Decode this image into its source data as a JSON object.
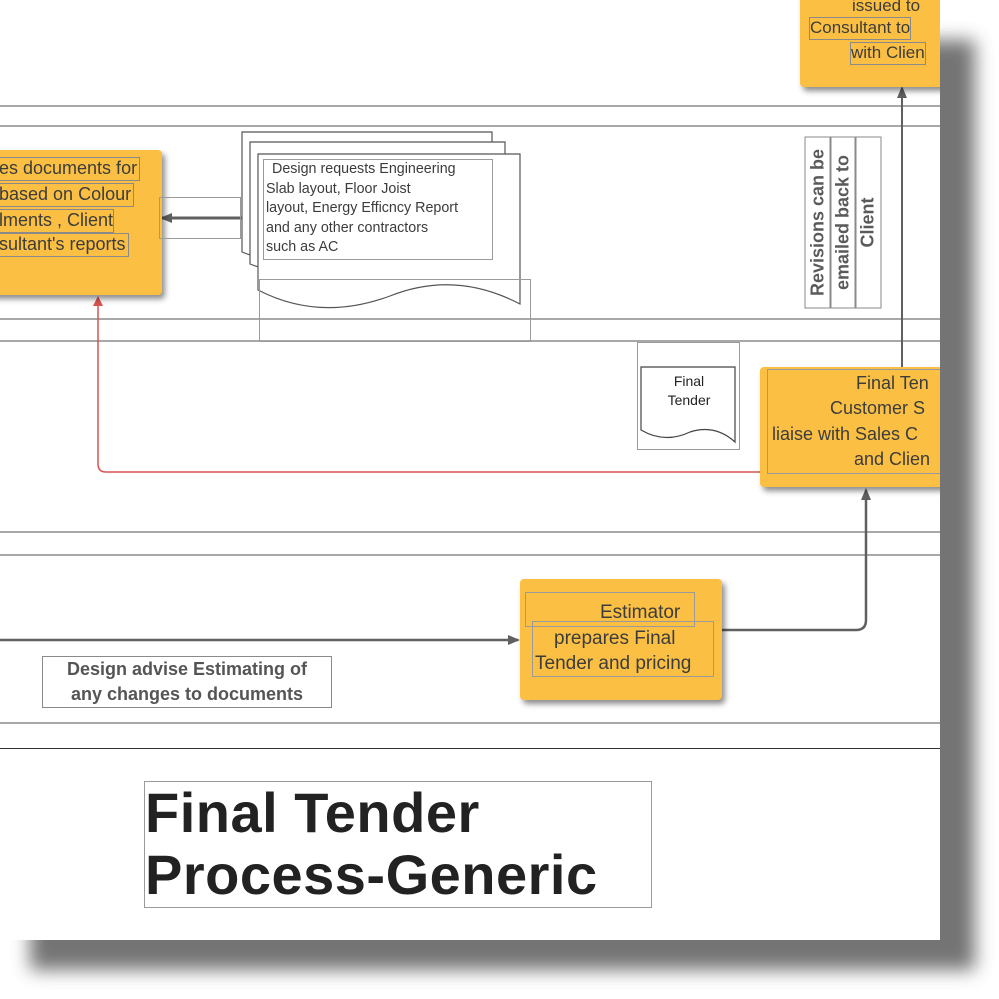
{
  "diagram": {
    "issued_box_lines": [
      "issued to",
      "Consultant to",
      "with Clien"
    ],
    "prepares_box_lines": [
      "es documents for",
      "based on Colour",
      "lments , Client",
      "sultant's reports"
    ],
    "engineering_doc_lines": [
      "Design requests Engineering",
      "Slab  layout, Floor Joist",
      "layout, Energy Efficncy Report",
      "and any other contractors",
      "such as AC"
    ],
    "revisions_label_lines": [
      "Revisions can be",
      "emailed back to",
      "Client"
    ],
    "final_tender_doc_lines": [
      "Final",
      "Tender"
    ],
    "customer_box_lines": [
      "Final Ten",
      "Customer S",
      "liaise with Sales C",
      "and Clien"
    ],
    "estimator_box_lines": [
      "Estimator",
      "prepares Final",
      "Tender and pricing"
    ],
    "advise_label_lines": [
      "Design advise Estimating of",
      "any changes to documents"
    ],
    "colors": {
      "task_fill": "#fbc043",
      "lane_line": "#a8a8a8",
      "connector": "#606060",
      "return_connector": "#d9534f"
    }
  },
  "title_lines": [
    "Final Tender",
    "Process-Generic"
  ]
}
